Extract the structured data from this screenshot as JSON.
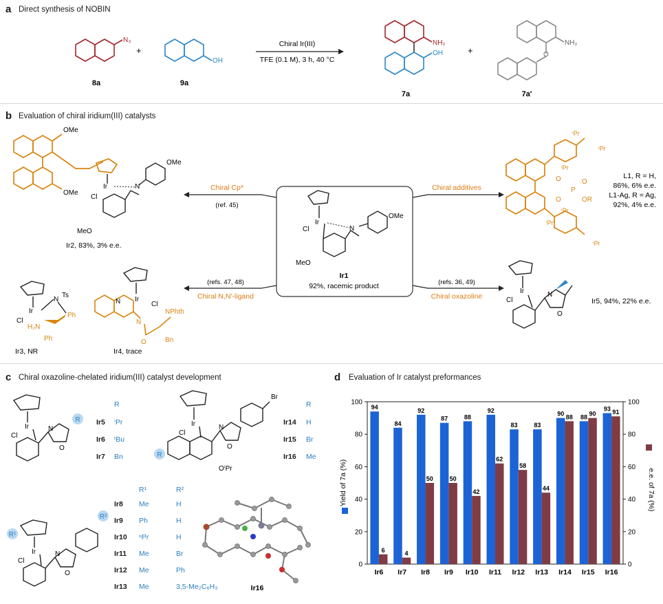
{
  "panels": {
    "a": {
      "letter": "a",
      "title": "Direct synthesis of NOBIN"
    },
    "b": {
      "letter": "b",
      "title": "Evaluation of chiral iridium(III) catalysts"
    },
    "c": {
      "letter": "c",
      "title": "Chiral oxazoline-chelated iridium(III) catalyst development"
    },
    "d": {
      "letter": "d",
      "title": "Evaluation of Ir catalyst preformances"
    }
  },
  "scheme_a": {
    "sub8a": "8a",
    "sub9a": "9a",
    "prod7a": "7a",
    "prod7a2": "7a′",
    "plus": "+",
    "cond_top": "Chiral Ir(III)",
    "cond_bottom": "TFE (0.1 M), 3 h, 40 °C",
    "n3": "N₃",
    "oh": "OH",
    "nh2": "NH₂",
    "o": "O"
  },
  "scheme_b": {
    "ir1_label": "Ir1",
    "ir1_result": "92%, racemic product",
    "ir2_result": "Ir2, 83%, 3% e.e.",
    "ir3_result": "Ir3, NR",
    "ir4_result": "Ir4, trace",
    "ir5_result": "Ir5, 94%, 22% e.e.",
    "arrow_cp": "Chiral Cp*",
    "arrow_cp_ref": "(ref. 45)",
    "arrow_add": "Chiral additives",
    "arrow_ligand": "Chiral N,N′-ligand",
    "arrow_ligand_ref": "(refs. 47, 48)",
    "arrow_ox": "Chiral oxazoline",
    "arrow_ox_ref": "(refs. 36, 49)",
    "l1_line1": "L1, R = H,",
    "l1_line2": "86%, 6% e.e.",
    "l1ag_line1": "L1-Ag, R = Ag,",
    "l1ag_line2": "92%, 4% e.e.",
    "ome": "OMe",
    "meo": "MeO",
    "cl": "Cl",
    "ir": "Ir",
    "n": "N",
    "ts": "Ts",
    "h2n": "H₂N",
    "ph": "Ph",
    "nphth": "NPhth",
    "bn": "Bn",
    "ipr": "ⁱPr",
    "o": "O",
    "p": "P",
    "or": "OR",
    "br": "Br",
    "oipr": "OⁱPr"
  },
  "table_c1": {
    "header": "R",
    "rows": [
      {
        "id": "Ir5",
        "r": "ⁱPr"
      },
      {
        "id": "Ir6",
        "r": "ᵗBu"
      },
      {
        "id": "Ir7",
        "r": "Bn"
      }
    ]
  },
  "table_c2": {
    "header": "R",
    "rows": [
      {
        "id": "Ir14",
        "r": "H"
      },
      {
        "id": "Ir15",
        "r": "Br"
      },
      {
        "id": "Ir16",
        "r": "Me"
      }
    ]
  },
  "table_c3": {
    "header1": "R¹",
    "header2": "R²",
    "rows": [
      {
        "id": "Ir8",
        "r1": "Me",
        "r2": "H"
      },
      {
        "id": "Ir9",
        "r1": "Ph",
        "r2": "H"
      },
      {
        "id": "Ir10",
        "r1": "ⁿPr",
        "r2": "H"
      },
      {
        "id": "Ir11",
        "r1": "Me",
        "r2": "Br"
      },
      {
        "id": "Ir12",
        "r1": "Me",
        "r2": "Ph"
      },
      {
        "id": "Ir13",
        "r1": "Me",
        "r2": "3,5-Me₂C₆H₃"
      }
    ]
  },
  "crystal_label": "Ir16",
  "struct_labels": {
    "r": "R",
    "r1": "R¹",
    "r2": "R²"
  },
  "colors": {
    "red": "#a3262a",
    "blue": "#2a86c8",
    "orange": "#d9840f",
    "bar_blue": "#1c64d6",
    "bar_red": "#7f3c44",
    "text_orange": "#e07b12",
    "text_blue": "#2a7fc0"
  },
  "chart_data": {
    "type": "bar",
    "title": "Evaluation of Ir catalyst preformances",
    "categories": [
      "Ir6",
      "Ir7",
      "Ir8",
      "Ir9",
      "Ir10",
      "Ir11",
      "Ir12",
      "Ir13",
      "Ir14",
      "Ir15",
      "Ir16"
    ],
    "series": [
      {
        "name": "Yield of 7a (%)",
        "values": [
          94,
          84,
          92,
          87,
          88,
          92,
          83,
          83,
          90,
          88,
          93
        ]
      },
      {
        "name": "e.e. of 7a (%)",
        "values": [
          6,
          4,
          50,
          50,
          42,
          62,
          58,
          44,
          88,
          90,
          91
        ]
      }
    ],
    "yticks": [
      "0",
      "20",
      "40",
      "60",
      "80",
      "100"
    ],
    "ylim": [
      0,
      100
    ],
    "ylabel_left": "Yield of 7a (%)",
    "ylabel_right": "e.e. of 7a (%)"
  }
}
